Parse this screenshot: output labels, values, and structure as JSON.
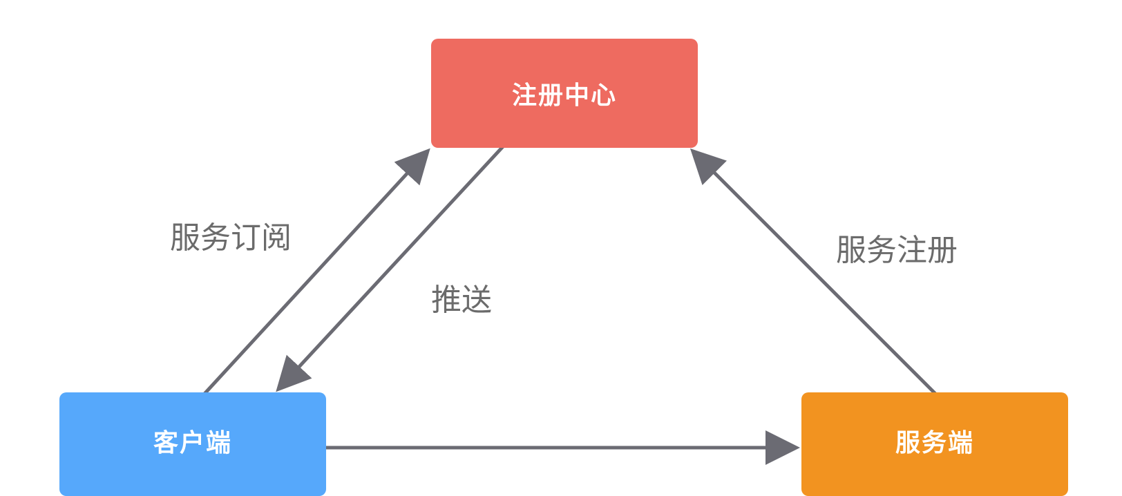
{
  "nodes": {
    "registry": {
      "label": "注册中心",
      "color": "#ee6b60"
    },
    "client": {
      "label": "客户端",
      "color": "#56a8fb"
    },
    "server": {
      "label": "服务端",
      "color": "#f29320"
    }
  },
  "edges": {
    "subscribe": {
      "label": "服务订阅",
      "from": "client",
      "to": "registry"
    },
    "push": {
      "label": "推送",
      "from": "registry",
      "to": "client"
    },
    "register": {
      "label": "服务注册",
      "from": "server",
      "to": "registry"
    },
    "call": {
      "label": "",
      "from": "client",
      "to": "server"
    }
  },
  "colors": {
    "arrow": "#6b6b73",
    "label_text": "#6b6b6b"
  }
}
